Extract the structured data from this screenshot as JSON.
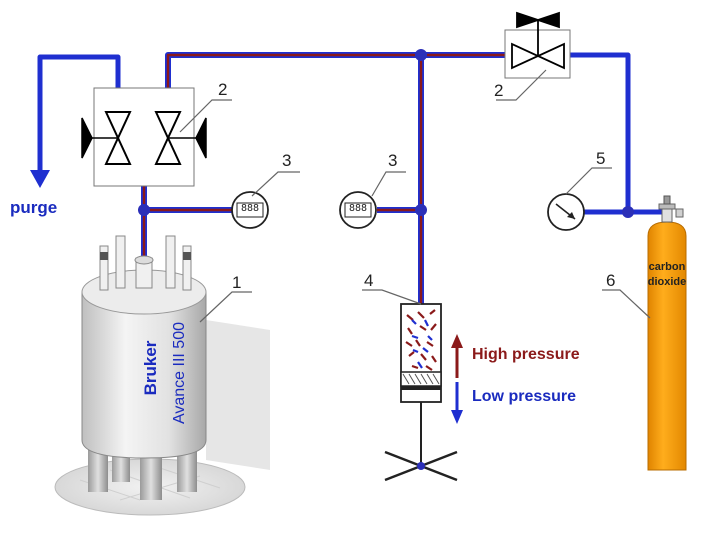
{
  "colors": {
    "low_pressure_line": "#1f2fd0",
    "high_pressure_line": "#8b1a1a",
    "cylinder": "#f59b00",
    "junction": "#2b2fb8",
    "label_blue": "#1a2bbf",
    "label_red": "#8b1a1a"
  },
  "labels": {
    "purge": "purge",
    "magnet_brand": "Bruker",
    "magnet_model": "Avance III 500",
    "high_pressure": "High pressure",
    "low_pressure": "Low pressure",
    "cylinder_line1": "carbon",
    "cylinder_line2": "dioxide",
    "gauge_display": "888"
  },
  "callouts": {
    "c1": "1",
    "c2a": "2",
    "c2b": "2",
    "c3a": "3",
    "c3b": "3",
    "c4": "4",
    "c5": "5",
    "c6": "6"
  },
  "icons": [
    "needle-valve-icon",
    "pressure-gauge-icon",
    "digital-pressure-meter-icon",
    "gas-cylinder-icon",
    "nmr-magnet-icon",
    "piston-pump-icon"
  ]
}
